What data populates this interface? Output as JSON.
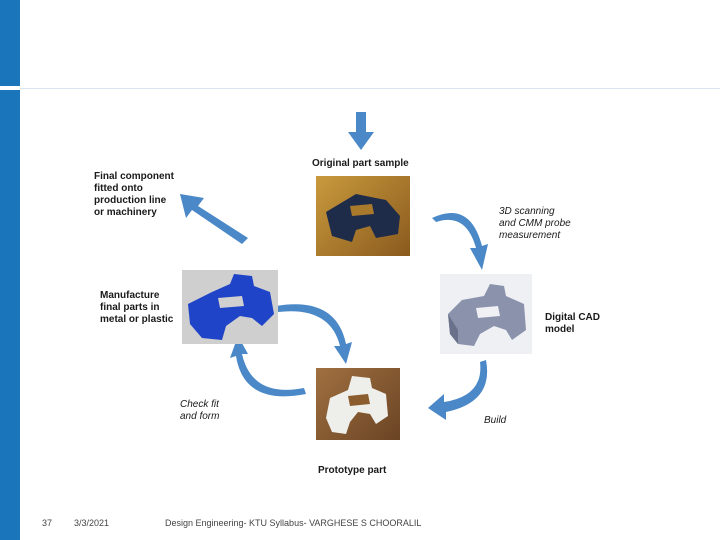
{
  "diagram": {
    "labels": {
      "original": "Original part sample",
      "final": "Final component\nfitted onto\nproduction line\nor machinery",
      "manufacture": "Manufacture\nfinal parts in\nmetal or plastic",
      "cad": "Digital CAD\nmodel",
      "prototype": "Prototype part",
      "scanning": "3D scanning\nand CMM probe\nmeasurement",
      "build": "Build",
      "check": "Check fit\nand form"
    },
    "photos": [
      {
        "name": "original-part-photo",
        "object_color": "#1e2c4a",
        "background": "#b8862f"
      },
      {
        "name": "cad-model-image",
        "object_color": "#8a92ac",
        "background": "#eef0f4"
      },
      {
        "name": "manufactured-part-photo",
        "object_color": "#1f44c8",
        "background": "#c8c8c8"
      },
      {
        "name": "prototype-part-photo",
        "object_color": "#eeeeea",
        "background": "#8a5c2e"
      }
    ],
    "arrow_color": "#4a88c8"
  },
  "footer": {
    "page": "37",
    "date": "3/3/2021",
    "text": "Design Engineering- KTU Syllabus- VARGHESE S CHOORALIL"
  }
}
